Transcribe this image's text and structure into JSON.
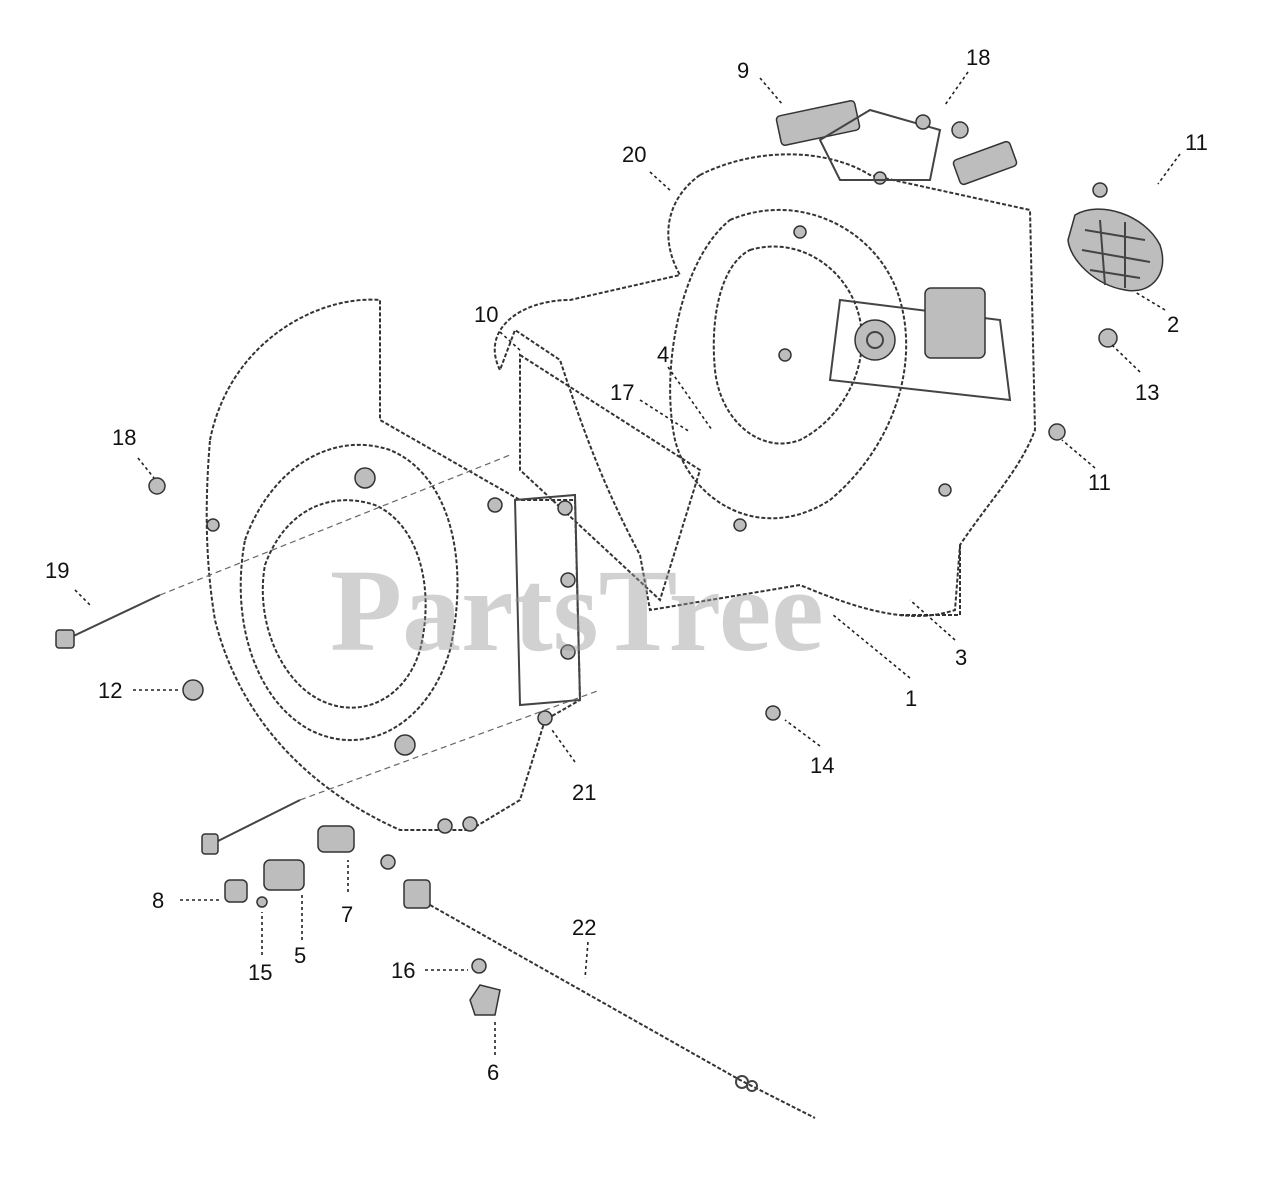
{
  "watermark": "PartsTree",
  "callouts": [
    "1",
    "2",
    "3",
    "4",
    "5",
    "6",
    "7",
    "8",
    "9",
    "10",
    "11",
    "11",
    "12",
    "13",
    "14",
    "15",
    "16",
    "17",
    "18",
    "18",
    "19",
    "20",
    "21",
    "22"
  ],
  "colors": {
    "line": "#333333",
    "watermark": "#9a9a9a",
    "background": "#ffffff"
  }
}
